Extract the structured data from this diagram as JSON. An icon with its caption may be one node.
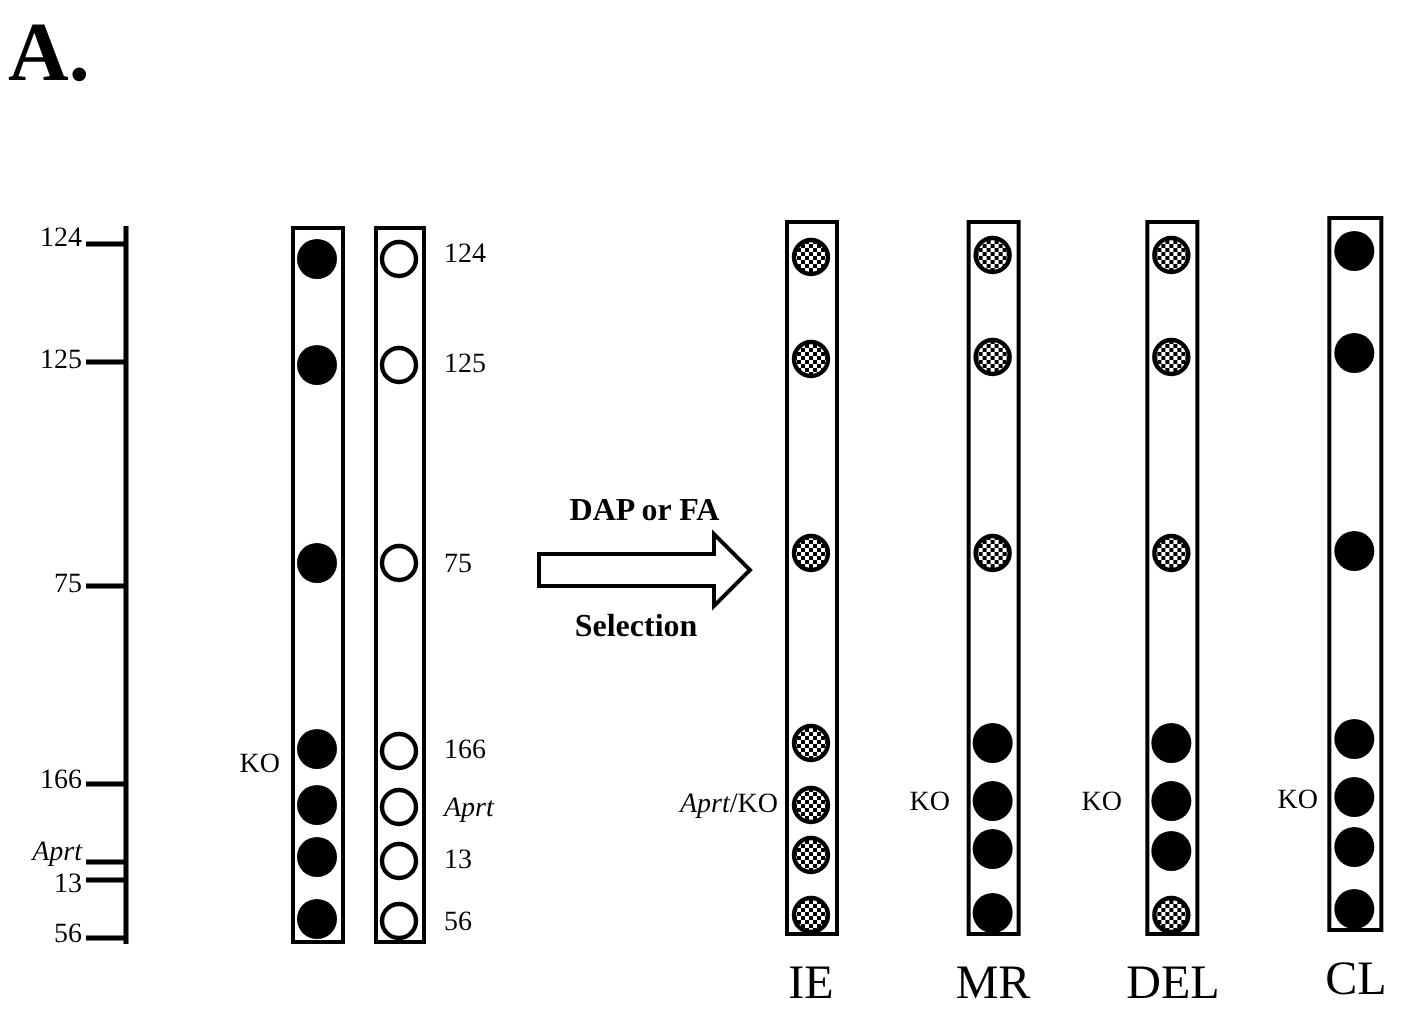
{
  "diagram": {
    "nodes": [
      {
        "text": [],
        "shape": "bar",
        "beside": [
          "KO"
        ]
      },
      {
        "text": [],
        "shape": "bar",
        "beside": [
          "124",
          "125",
          "75",
          "166",
          "Aprt",
          "13",
          "56"
        ]
      },
      {
        "text": [
          "IE"
        ],
        "beside": [
          "*Aprt*/KO"
        ]
      },
      {
        "text": [
          "MR"
        ],
        "beside": [
          "KO"
        ]
      },
      {
        "text": [
          "DEL"
        ],
        "beside": [
          "KO"
        ]
      },
      {
        "text": [
          "CL"
        ],
        "beside": [
          "KO"
        ]
      }
    ],
    "edges": [
      {
        "from": 1,
        "to": 2,
        "arrow": "to",
        "label": "DAP or FA"
      }
    ],
    "labels": [
      "A.",
      "124",
      "125",
      "75",
      "166",
      "Aprt",
      "13",
      "56",
      "Selection"
    ]
  }
}
